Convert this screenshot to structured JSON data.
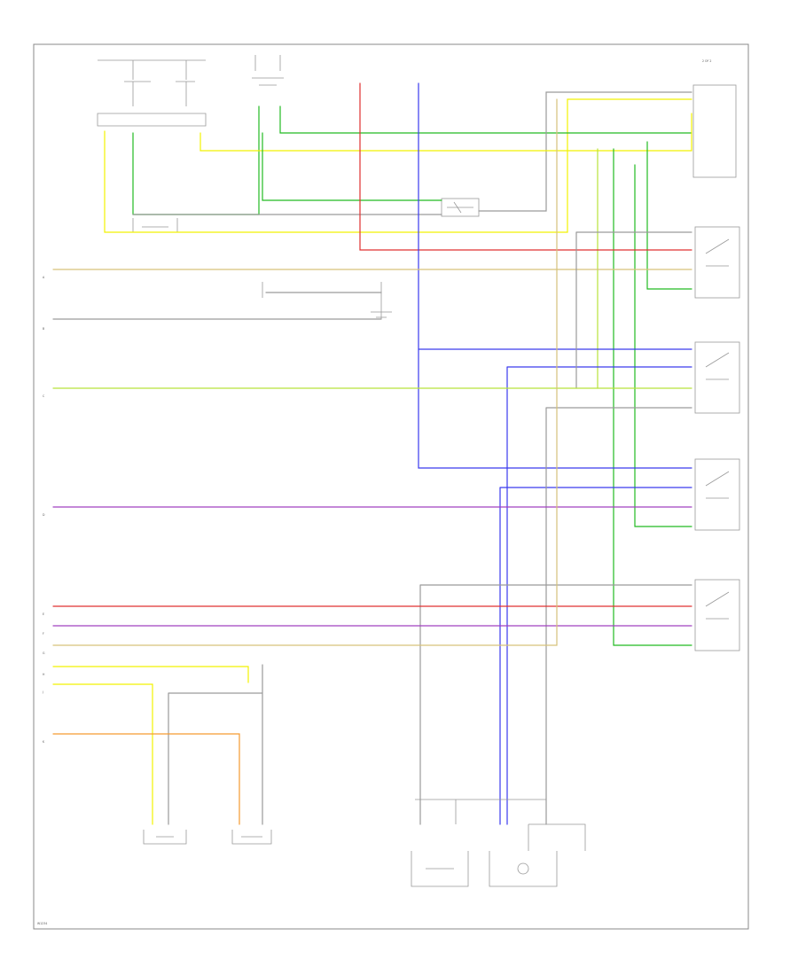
{
  "colors": {
    "frame": "#888888",
    "wire_black": "#9a9a9a",
    "wire_yellow": "#f2f200",
    "wire_green": "#22bb22",
    "wire_lime": "#b7e23a",
    "wire_red": "#e03030",
    "wire_blue": "#3a3aee",
    "wire_purple": "#a040c0",
    "wire_orange": "#f59a30",
    "wire_tan": "#d6c27a"
  },
  "header": {
    "page_ref": "2 OF 2"
  },
  "connector_labels": [
    "A",
    "B",
    "C",
    "D",
    "E",
    "F",
    "G",
    "H",
    "J",
    "K"
  ],
  "footer": {
    "code": "W1234"
  }
}
